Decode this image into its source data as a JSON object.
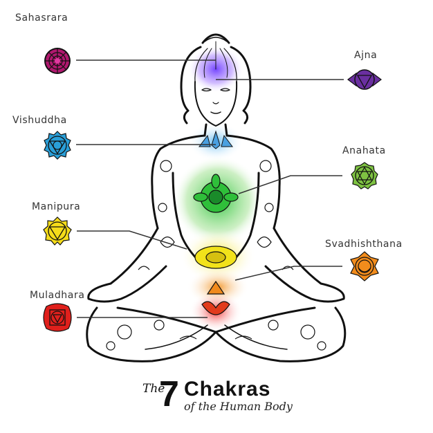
{
  "title": {
    "prefix": "The",
    "number": "7",
    "main": "Chakras",
    "subtitle": "of the Human Body"
  },
  "chakras": [
    {
      "name": "Sahasrara",
      "side": "left",
      "color": "#b0186e",
      "icon": "lotus-thousand-petal-icon"
    },
    {
      "name": "Ajna",
      "side": "right",
      "color": "#6a2fa0",
      "icon": "two-petal-triangle-icon"
    },
    {
      "name": "Vishuddha",
      "side": "left",
      "color": "#2a9fd8",
      "icon": "sixteen-petal-triangle-icon"
    },
    {
      "name": "Anahata",
      "side": "right",
      "color": "#7ec242",
      "icon": "twelve-petal-hexagram-icon"
    },
    {
      "name": "Manipura",
      "side": "left",
      "color": "#f5dc1a",
      "icon": "ten-petal-triangle-icon"
    },
    {
      "name": "Svadhishthana",
      "side": "right",
      "color": "#f28c1c",
      "icon": "six-petal-crescent-icon"
    },
    {
      "name": "Muladhara",
      "side": "left",
      "color": "#e0201c",
      "icon": "four-petal-square-icon"
    }
  ]
}
